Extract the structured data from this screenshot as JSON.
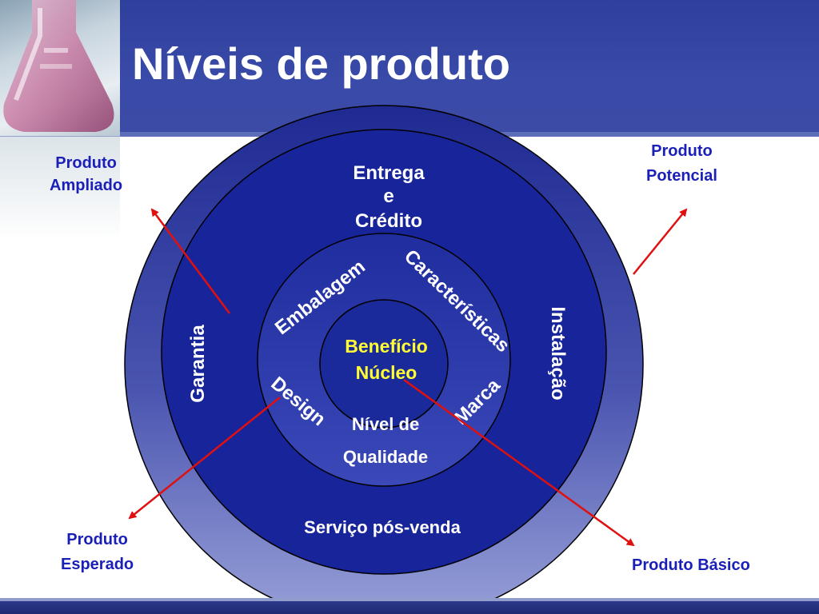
{
  "slide": {
    "title": "Níveis de produto"
  },
  "corners": {
    "ampliado": [
      "Produto",
      "Ampliado"
    ],
    "potencial": [
      "Produto",
      "Potencial"
    ],
    "esperado": [
      "Produto",
      "Esperado"
    ],
    "basico": "Produto Básico"
  },
  "rings": {
    "nucleo": [
      "Benefício",
      "Núcleo"
    ],
    "basico": {
      "embalagem": "Embalagem",
      "caracteristicas": "Características",
      "design": "Design",
      "marca": "Marca",
      "qualidade": [
        "Nível de",
        "Qualidade"
      ]
    },
    "esperado": {
      "entrega": [
        "Entrega",
        "e",
        "Crédito"
      ],
      "garantia": "Garantia",
      "instalacao": "Instalação",
      "servico": "Serviço pós-venda"
    }
  },
  "colors": {
    "header": "#3a4aa8",
    "outer_ring": "#7d86c9",
    "middle_ring": "#1a2a9a",
    "inner_ring": "#2a3aa8",
    "core": "#1a2a9a",
    "core_text": "#ffff00",
    "arrow": "#e01010",
    "corner_text": "#1a1fb8"
  }
}
